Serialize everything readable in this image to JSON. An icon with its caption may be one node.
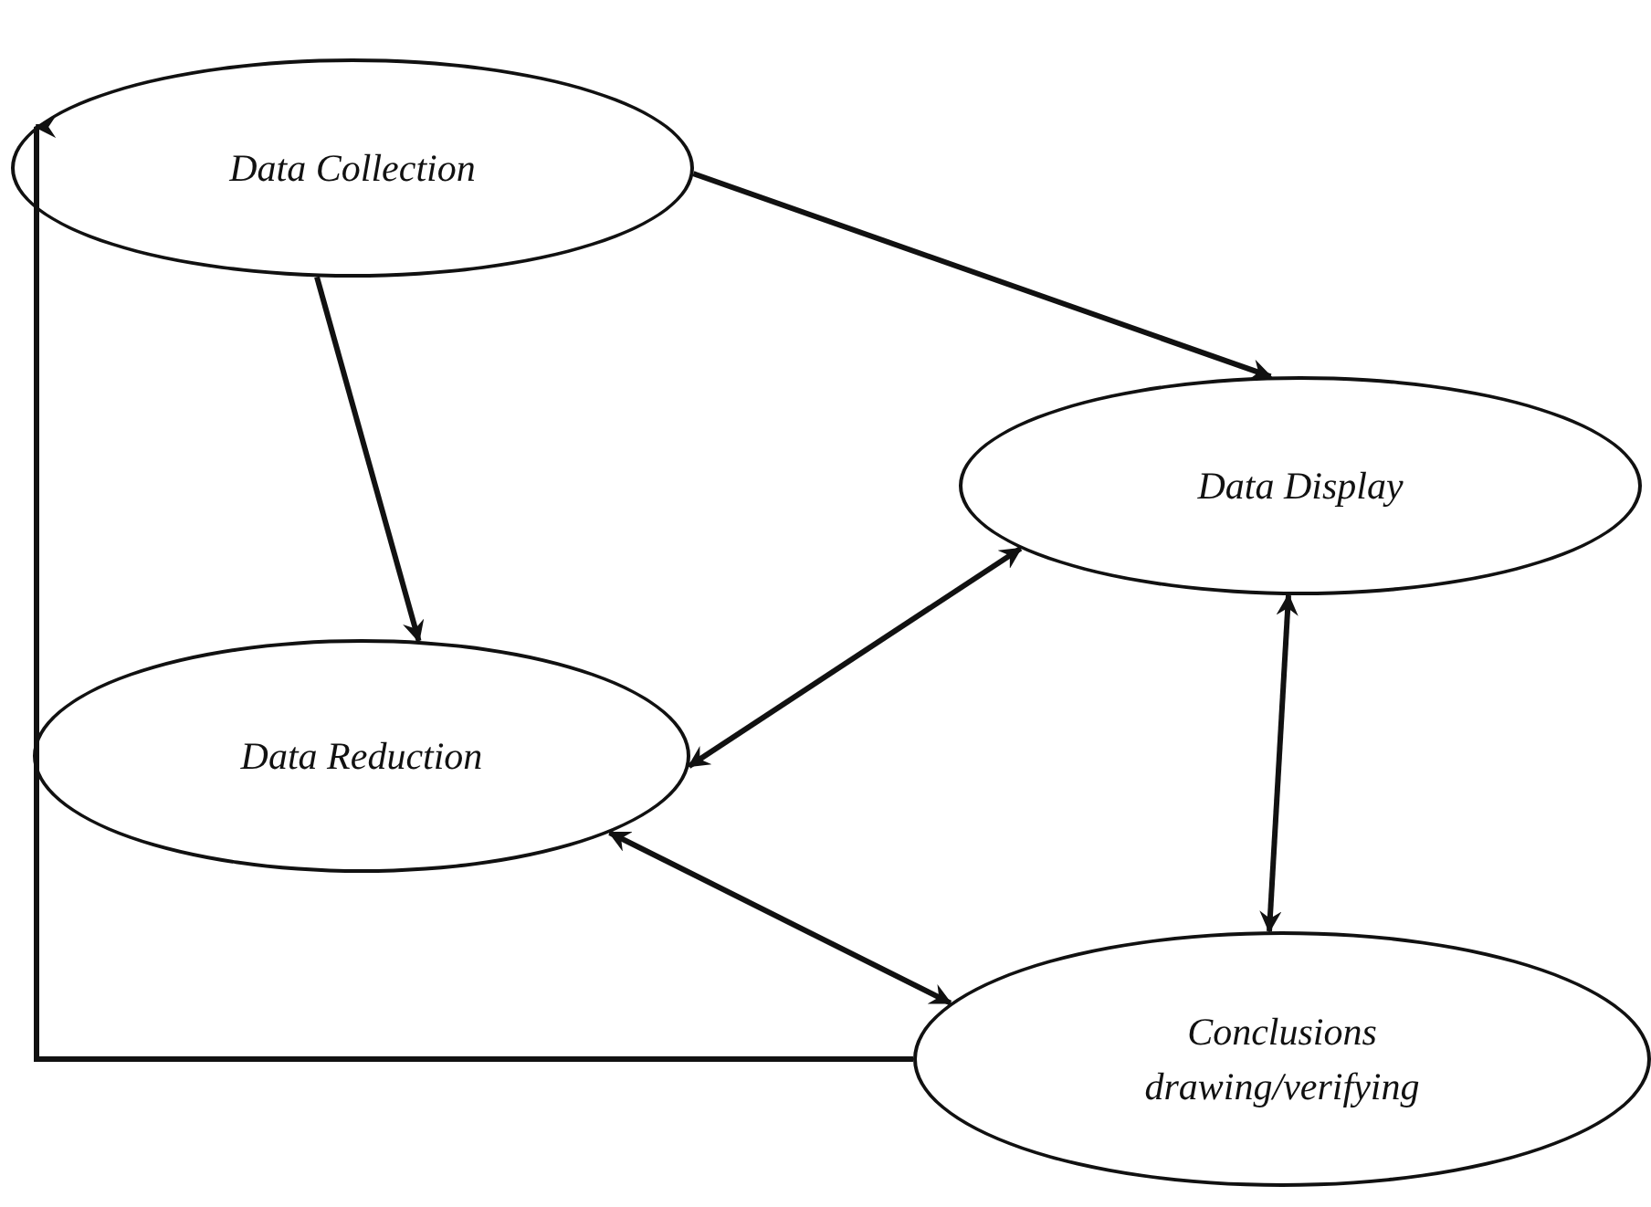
{
  "diagram": {
    "nodes": [
      {
        "text": [
          "Data Collection"
        ]
      },
      {
        "text": [
          "Data Display"
        ]
      },
      {
        "text": [
          "Data Reduction"
        ]
      },
      {
        "text": [
          "Conclusions drawing/verifying"
        ]
      }
    ],
    "edges": [
      {
        "from": 0,
        "to": 1,
        "arrow": "to"
      },
      {
        "from": 0,
        "to": 2,
        "arrow": "to"
      },
      {
        "from": 2,
        "to": 1,
        "arrow": "both"
      },
      {
        "from": 1,
        "to": 3,
        "arrow": "both"
      },
      {
        "from": 2,
        "to": 3,
        "arrow": "both"
      },
      {
        "from": 3,
        "to": 0,
        "arrow": "to"
      }
    ]
  }
}
